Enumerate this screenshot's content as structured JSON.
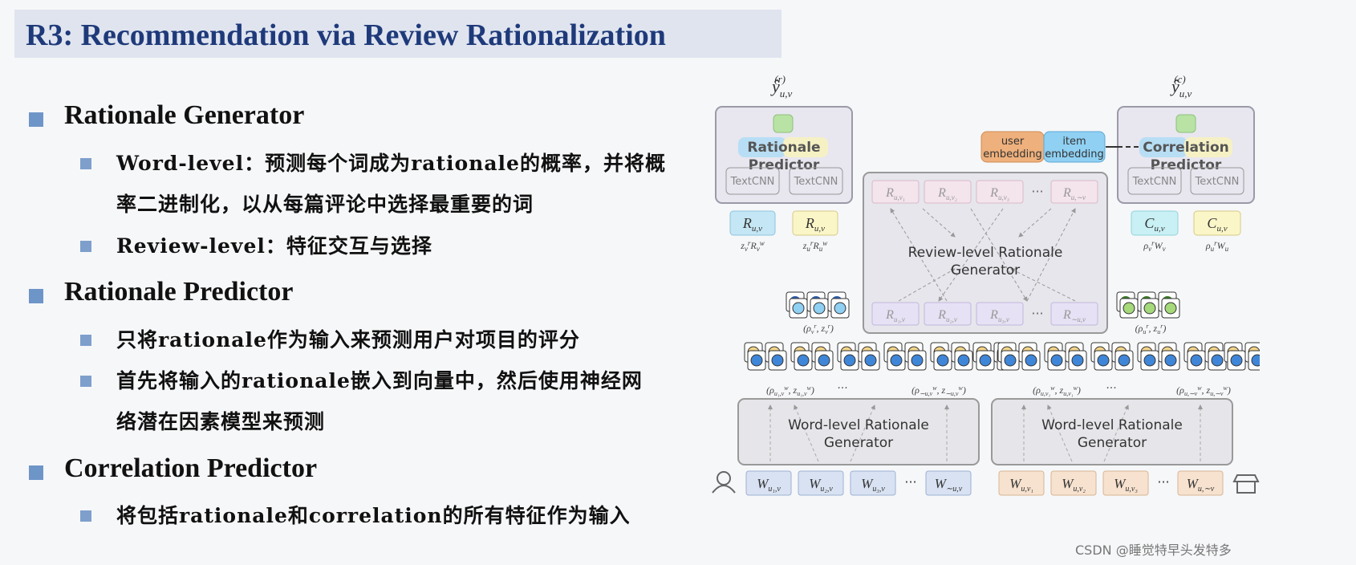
{
  "title": "R3: Recommendation via Review Rationalization",
  "bullets": [
    {
      "label": "Rationale Generator",
      "subs": [
        {
          "line1": "Word-level：预测每个词成为rationale的概率，并将概",
          "line2": "率二进制化，以从每篇评论中选择最重要的词"
        },
        {
          "line1": "Review-level：特征交互与选择"
        }
      ]
    },
    {
      "label": "Rationale Predictor",
      "subs": [
        {
          "line1": "只将rationale作为输入来预测用户对项目的评分"
        },
        {
          "line1": "首先将输入的rationale嵌入到向量中，然后使用神经网",
          "line2": "络潜在因素模型来预测"
        }
      ]
    },
    {
      "label": "Correlation Predictor",
      "subs": [
        {
          "line1": "将包括rationale和correlation的所有特征作为输入"
        }
      ]
    }
  ],
  "diagram": {
    "output_left": "ŷ",
    "output_left_sub": "u,v",
    "output_left_sup": "(r)",
    "output_right": "ŷ",
    "output_right_sub": "u,v",
    "output_right_sup": "(c)",
    "rationale_predictor": {
      "label_part1": "Rationale",
      "label_part2": "Predictor",
      "textcnn": [
        "TextCNN",
        "TextCNN"
      ]
    },
    "correlation_predictor": {
      "label_part1": "Correlation",
      "label_part2": "Predictor",
      "textcnn": [
        "TextCNN",
        "TextCNN"
      ]
    },
    "user_embedding": {
      "line1": "user",
      "line2": "embedding"
    },
    "item_embedding": {
      "line1": "item",
      "line2": "embedding"
    },
    "review_level": {
      "line1": "Review-level Rationale",
      "line2": "Generator"
    },
    "word_level_left": {
      "line1": "Word-level Rationale",
      "line2": "Generator"
    },
    "word_level_right": {
      "line1": "Word-level Rationale",
      "line2": "Generator"
    },
    "r_left_1": "R",
    "r_left_1_sub": "u,v",
    "r_left_1_cap": "z",
    "r_left_2": "R",
    "r_left_2_sub": "u,v",
    "c_right_1": "C",
    "c_right_1_sub": "u,v",
    "c_right_2": "C",
    "c_right_2_sub": "u,v",
    "ellipsis": "···",
    "colors": {
      "blue_box": "#c5e6f4",
      "yellow_box": "#fbf6c8",
      "orange": "#efb583",
      "sky": "#8fd0f3",
      "green": "#a6d97a",
      "pink": "#f4e4ec",
      "lavender": "#e6e1f4",
      "peach": "#f7e2cf",
      "word_blue": "#d8e2f2"
    }
  },
  "watermark": "CSDN @睡觉特早头发特多"
}
